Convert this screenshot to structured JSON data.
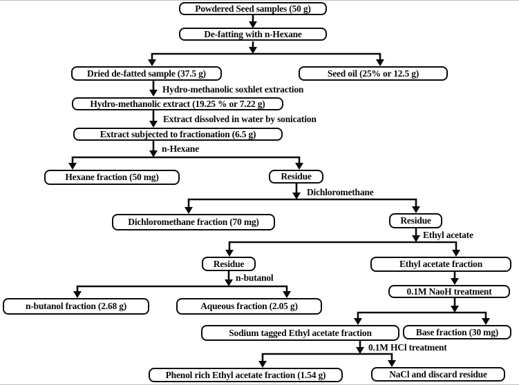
{
  "nodes": {
    "powdered_seed": "Powdered Seed samples (50 g)",
    "defatting": "De-fatting with n-Hexane",
    "dried_defatted": "Dried de-fatted sample (37.5 g)",
    "seed_oil": "Seed oil (25% or 12.5 g)",
    "hydro_extract": "Hydro-methanolic extract (19.25 % or 7.22 g)",
    "fractionation": "Extract subjected to fractionation (6.5 g)",
    "hexane_fraction": "Hexane fraction (50 mg)",
    "residue1": "Residue",
    "dcm_fraction": "Dichloromethane fraction (70 mg)",
    "residue2": "Residue",
    "residue3": "Residue",
    "ea_fraction": "Ethyl acetate fraction",
    "nbutanol_fraction": "n-butanol fraction (2.68 g)",
    "aqueous_fraction": "Aqueous fraction (2.05 g)",
    "naoh": "0.1M NaoH treatment",
    "sodium_tagged": "Sodium tagged Ethyl acetate fraction",
    "base_fraction": "Base fraction (30 mg)",
    "phenol_rich": "Phenol rich Ethyl acetate fraction (1.54 g)",
    "nacl": "NaCl and discard residue"
  },
  "edge_labels": {
    "soxhlet": "Hydro-methanolic soxhlet extraction",
    "sonication": "Extract dissolved in water by sonication",
    "n_hexane": "n-Hexane",
    "dichloromethane": "Dichloromethane",
    "ethyl_acetate": "Ethyl acetate",
    "n_butanol": "n-butanol",
    "hcl": "0.1M HCl treatment"
  },
  "colors": {
    "line": "#0a0a0a",
    "box_border": "#0a0a0a",
    "background": "#ffffff",
    "text": "#0a0a0a"
  }
}
